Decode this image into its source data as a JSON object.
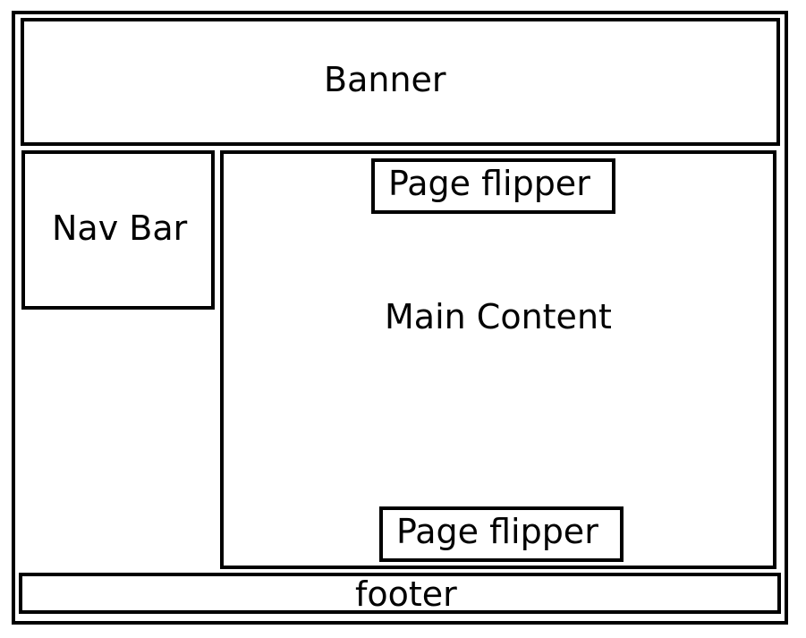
{
  "diagram": {
    "banner": "Banner",
    "nav_bar": "Nav Bar",
    "main_content": "Main Content",
    "page_flipper_top": "Page flipper",
    "page_flipper_bottom": "Page flipper",
    "footer": "footer"
  }
}
